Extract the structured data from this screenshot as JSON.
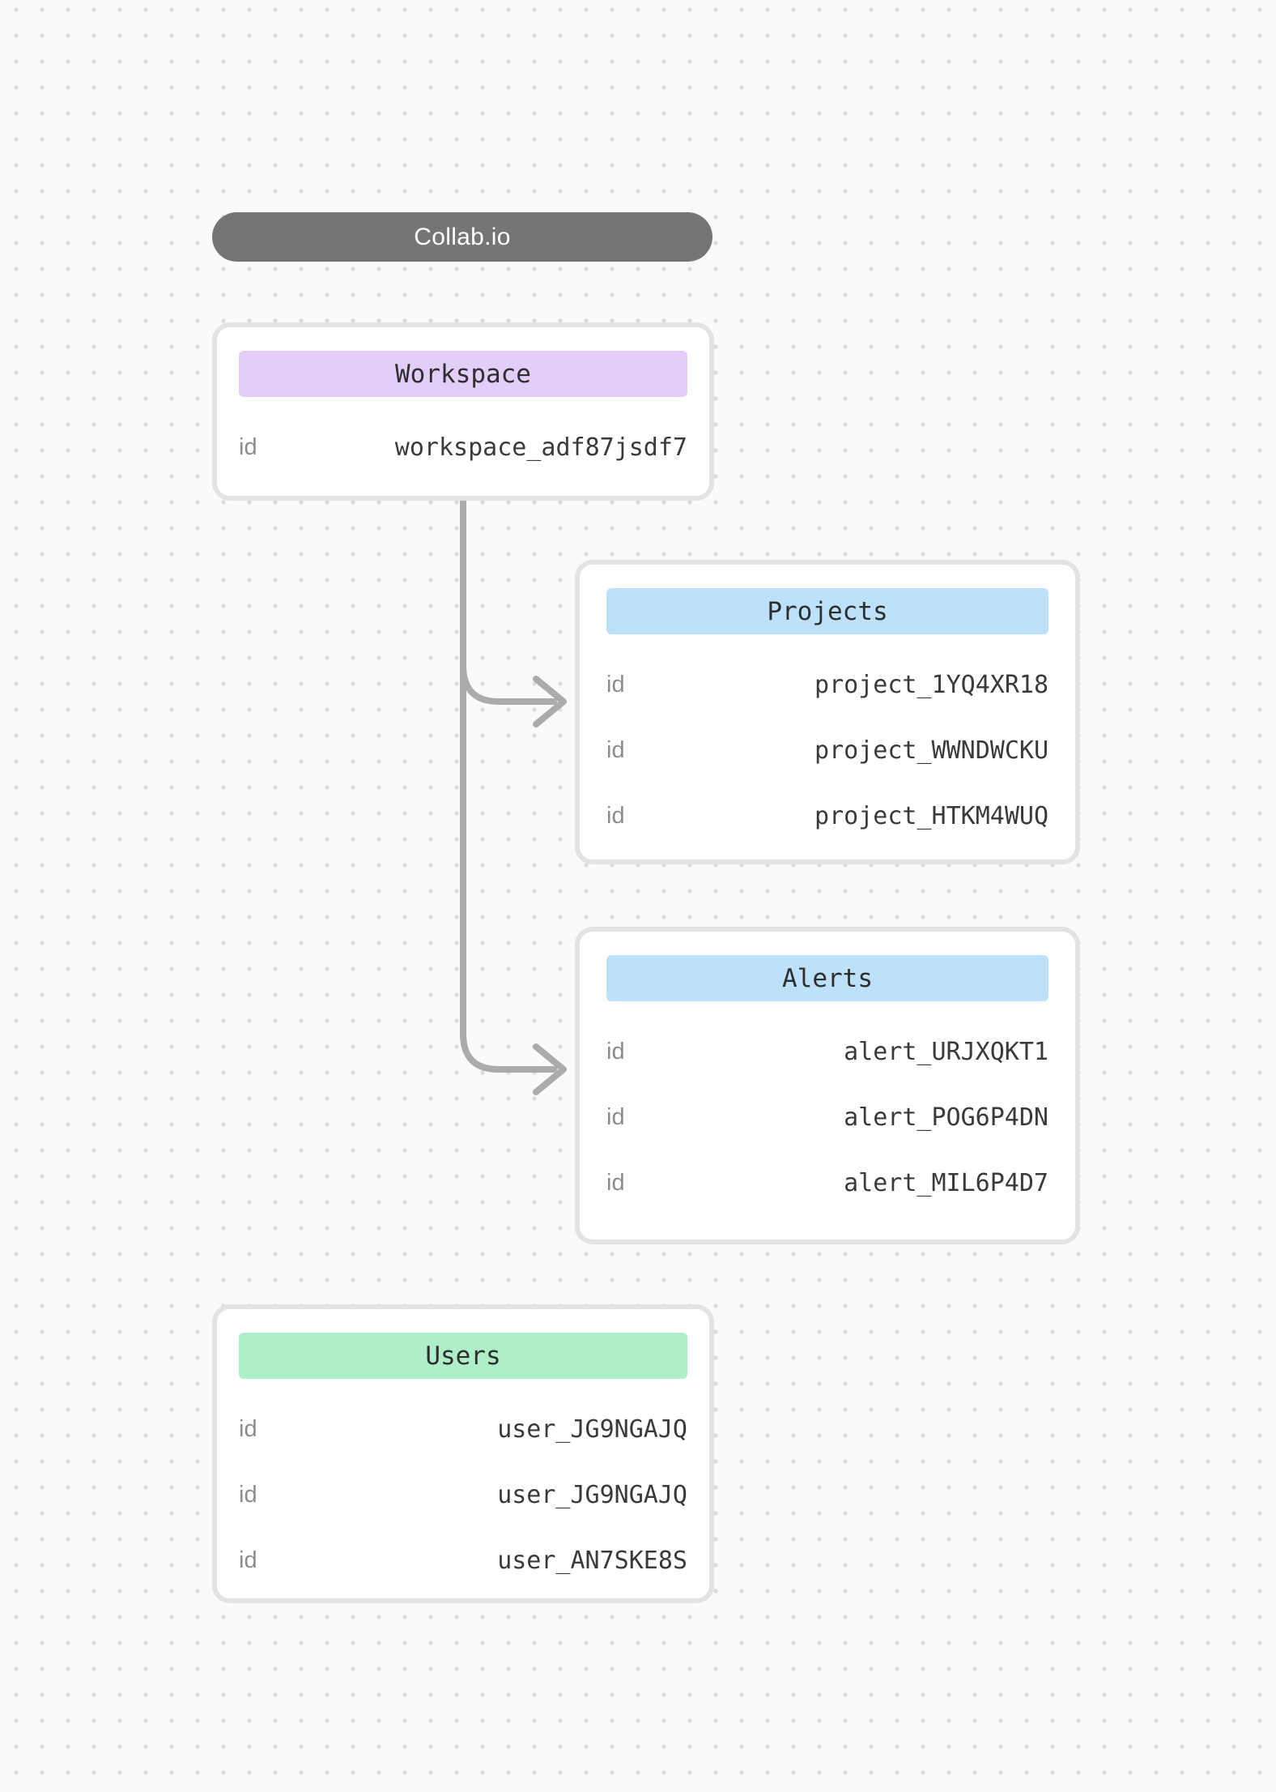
{
  "app": {
    "title": "Collab.io"
  },
  "colors": {
    "pill_bg": "#757575",
    "workspace_header_bg": "#e3cdf9",
    "projects_header_bg": "#bde0fb",
    "alerts_header_bg": "#bde0fb",
    "users_header_bg": "#aeeec8",
    "card_border": "#e3e3e3",
    "connector": "#ababab",
    "canvas_bg": "#fafafa",
    "dot_grid": "#dcdcdc"
  },
  "cards": [
    {
      "title": "Workspace",
      "rows": [
        {
          "label": "id",
          "value": "workspace_adf87jsdf7"
        }
      ]
    },
    {
      "title": "Projects",
      "rows": [
        {
          "label": "id",
          "value": "project_1YQ4XR18"
        },
        {
          "label": "id",
          "value": "project_WWNDWCKU"
        },
        {
          "label": "id",
          "value": "project_HTKM4WUQ"
        }
      ]
    },
    {
      "title": "Alerts",
      "rows": [
        {
          "label": "id",
          "value": "alert_URJXQKT1"
        },
        {
          "label": "id",
          "value": "alert_POG6P4DN"
        },
        {
          "label": "id",
          "value": "alert_MIL6P4D7"
        }
      ]
    },
    {
      "title": "Users",
      "rows": [
        {
          "label": "id",
          "value": "user_JG9NGAJQ"
        },
        {
          "label": "id",
          "value": "user_JG9NGAJQ"
        },
        {
          "label": "id",
          "value": "user_AN7SKE8S"
        }
      ]
    }
  ],
  "edges": [
    {
      "from": "Workspace",
      "to": "Projects"
    },
    {
      "from": "Workspace",
      "to": "Alerts"
    }
  ]
}
